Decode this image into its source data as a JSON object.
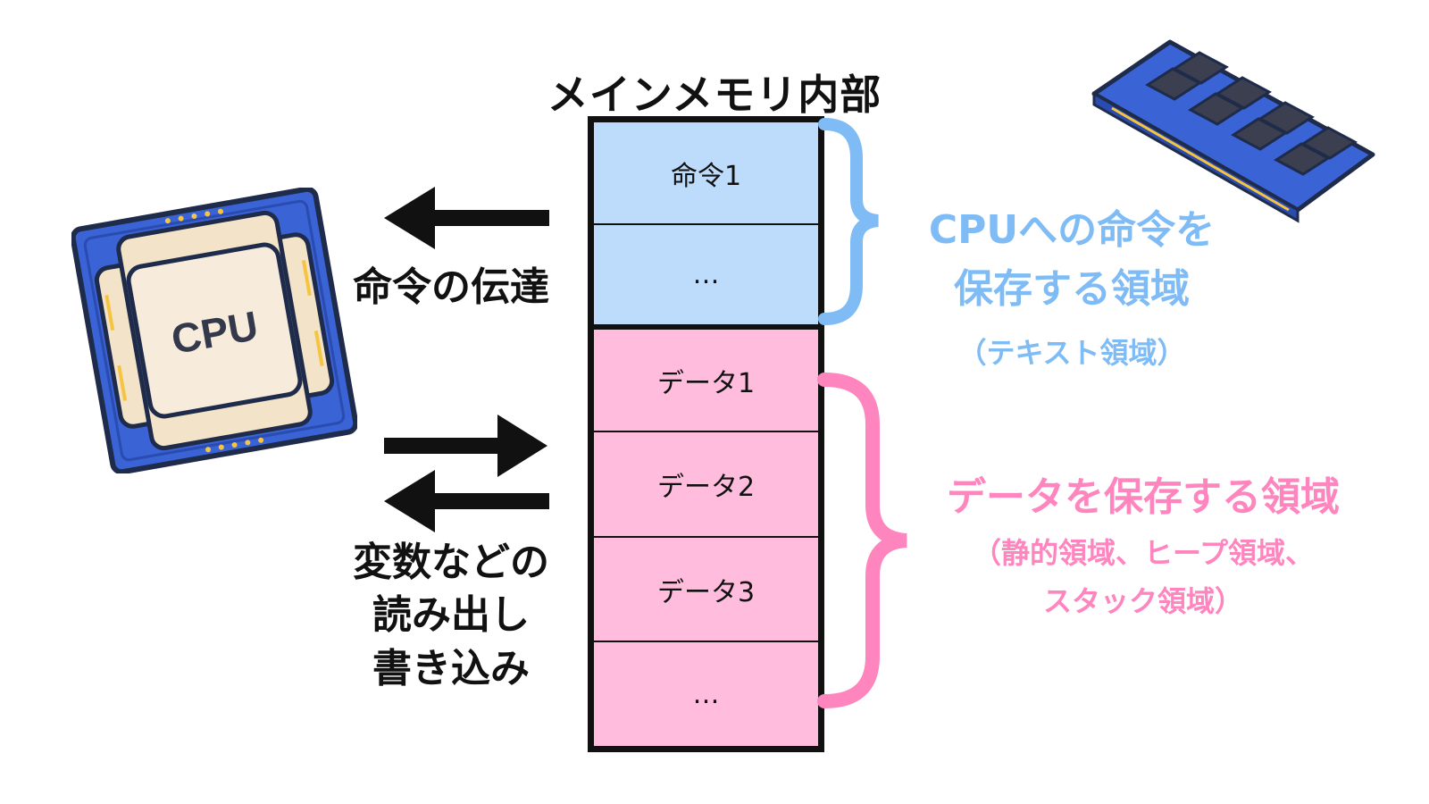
{
  "title": "メインメモリ内部",
  "memory": {
    "cells": [
      {
        "label": "命令1",
        "region": "text"
      },
      {
        "label": "…",
        "region": "text"
      },
      {
        "label": "データ1",
        "region": "data"
      },
      {
        "label": "データ2",
        "region": "data"
      },
      {
        "label": "データ3",
        "region": "data"
      },
      {
        "label": "…",
        "region": "data"
      }
    ]
  },
  "left": {
    "instruction_label": "命令の伝達",
    "data_label_lines": [
      "変数などの",
      "読み出し",
      "書き込み"
    ]
  },
  "right": {
    "text_region": {
      "line1": "CPUへの命令を",
      "line2": "保存する領域",
      "note": "（テキスト領域）"
    },
    "data_region": {
      "line1": "データを保存する領域",
      "note1": "（静的領域、ヒープ領域、",
      "note2": "スタック領域）"
    }
  },
  "cpu_chip": {
    "label": "CPU",
    "icon": "cpu-chip-icon"
  },
  "ram_module": {
    "icon": "ram-module-icon"
  },
  "colors": {
    "text_region_fill": "#bddbfb",
    "data_region_fill": "#ffbcdc",
    "text_region_accent": "#7fbcf6",
    "data_region_accent": "#ff85bf",
    "chip_blue": "#3a63d6"
  }
}
